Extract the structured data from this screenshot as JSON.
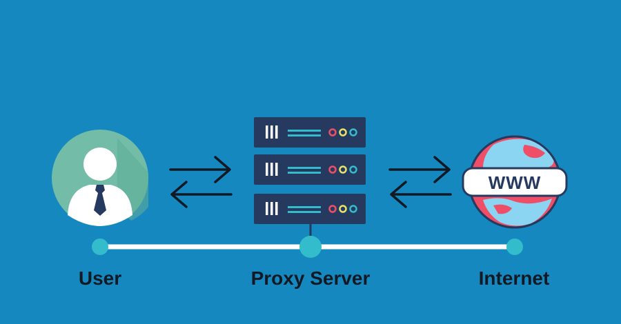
{
  "nodes": {
    "user": {
      "label": "User"
    },
    "proxy": {
      "label": "Proxy Server"
    },
    "internet": {
      "label": "Internet",
      "globe_text": "WWW"
    }
  },
  "icons": {
    "user": "user-avatar-icon",
    "server": "server-rack-icon",
    "globe": "globe-www-icon",
    "arrows": "bidirectional-arrows-icon"
  },
  "colors": {
    "background": "#1688c0",
    "server_body": "#253a5e",
    "accent_teal": "#33bccb",
    "timeline": "#ffffff",
    "globe_red": "#ee4e68",
    "globe_blue": "#8bd5f3",
    "user_circle": "#73bda8",
    "label_text": "#111a24"
  }
}
